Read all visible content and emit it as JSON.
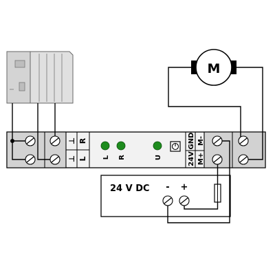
{
  "motor": {
    "label": "M"
  },
  "power_supply": {
    "label": "24 V DC",
    "minus": "-",
    "plus": "+"
  },
  "module": {
    "left_labels": [
      {
        "sym": "⊥",
        "letter": "R"
      },
      {
        "sym": "⊥",
        "letter": "L"
      }
    ],
    "leds": [
      {
        "letter": "L",
        "color": "#1e8c1e"
      },
      {
        "letter": "R",
        "color": "#1e8c1e"
      },
      {
        "letter": "U",
        "color": "#1e8c1e"
      }
    ],
    "right_labels": [
      "24V",
      "M+",
      "GND",
      "M-"
    ]
  },
  "colors": {
    "controller": "#d4d4d4",
    "terminal": "#d2d2d2",
    "module": "#f2f2f2",
    "led": "#1e8c1e"
  }
}
